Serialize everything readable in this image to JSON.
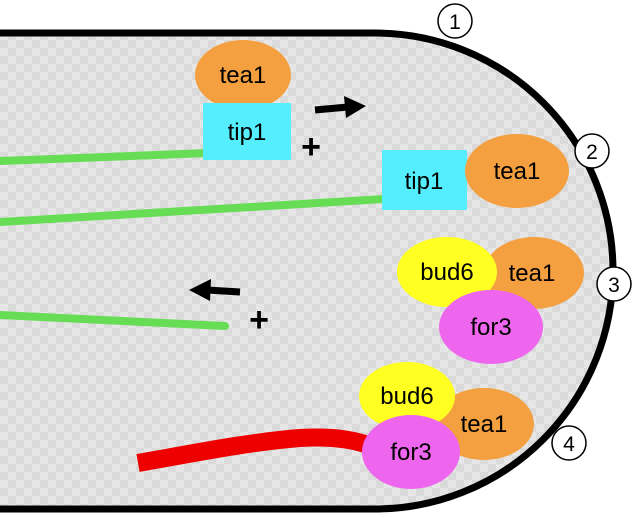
{
  "diagram": {
    "steps": [
      {
        "label": "1"
      },
      {
        "label": "2"
      },
      {
        "label": "3"
      },
      {
        "label": "4"
      }
    ],
    "proteins": {
      "tea1": "tea1",
      "tip1": "tip1",
      "bud6": "bud6",
      "for3": "for3"
    },
    "plus_sign": "+",
    "colors": {
      "cell_fill": "#e0e0e0",
      "cell_outline": "#000000",
      "microtubule": "#66dd55",
      "actin_cable": "#ee0000",
      "tea1": "#f4a040",
      "tip1": "#55eeff",
      "bud6": "#ffff22",
      "for3": "#ee66ee"
    }
  }
}
